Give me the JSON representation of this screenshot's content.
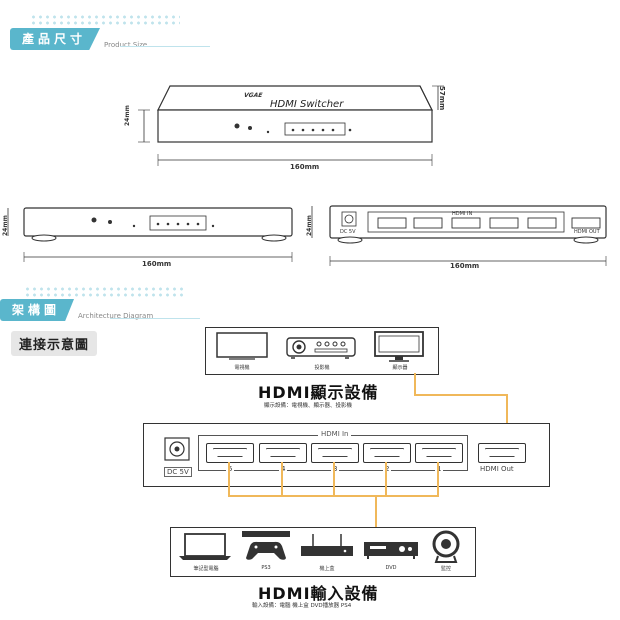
{
  "section1": {
    "title": "產品尺寸",
    "subtitle": "Product Size"
  },
  "section2": {
    "title": "架構圖",
    "subtitle": "Architecture Diagram"
  },
  "diagram_heading": "連接示意圖",
  "top_view": {
    "brand": "VGAE",
    "product_label": "HDMI Switcher",
    "height_label": "24mm",
    "depth_label": "57mm",
    "width_label": "160mm"
  },
  "front_view": {
    "height_label": "24mm",
    "width_label": "160mm"
  },
  "rear_view": {
    "height_label": "24mm",
    "width_label": "160mm",
    "dc_label": "DC 5V",
    "in_label": "HDMI IN",
    "out_label": "HDMI OUT"
  },
  "display_box": {
    "devices": [
      "電視機",
      "投影機",
      "顯示器"
    ],
    "title": "HDMI顯示設備",
    "caption": "顯示設備：電視機、顯示器、投影機"
  },
  "switch_panel": {
    "dc_label": "DC 5V",
    "hdmi_in_label": "HDMI In",
    "ports": [
      "5",
      "4",
      "3",
      "2",
      "1"
    ],
    "hdmi_out_label": "HDMI Out"
  },
  "input_box": {
    "devices": [
      "筆記型電腦",
      "PS3",
      "機上盒",
      "DVD",
      "監控"
    ],
    "title": "HDMI輸入設備",
    "caption": "輸入設備：電腦 機上盒 DVD播放器 PS4"
  },
  "colors": {
    "accent": "#5ab6cc",
    "connector": "#f0b85a",
    "line": "#333333"
  }
}
